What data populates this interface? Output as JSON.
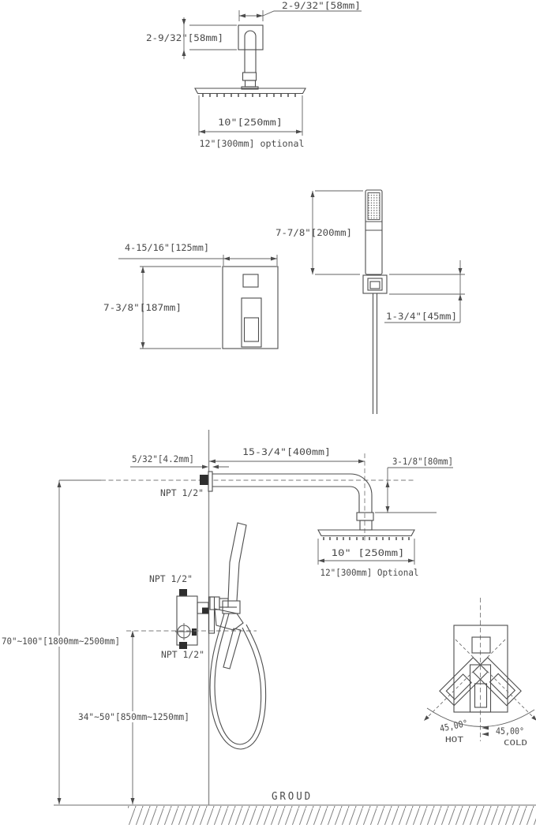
{
  "drawing": {
    "type": "shower-system-installation-dimension-diagram",
    "colors": {
      "line": "#4d4d4d",
      "dimension": "#606060",
      "centerline": "#7b7b7b",
      "background": "#ffffff"
    },
    "ceiling_head_view": {
      "arm_offset_top": "2-9/32\"[58mm]",
      "arm_offset_side": "2-9/32\"[58mm]",
      "head_width": "10\"[250mm]",
      "head_width_optional": "12\"[300mm] optional"
    },
    "hand_shower_view": {
      "wand_length": "7-7/8\"[200mm]",
      "holder_height": "1-3/4\"[45mm]"
    },
    "valve_trim_view": {
      "plate_width": "4-15/16\"[125mm]",
      "plate_height": "7-3/8\"[187mm]"
    },
    "elevation_view": {
      "flange_thickness": "5/32\"[4.2mm]",
      "arm_length": "15-3/4\"[400mm]",
      "head_drop": "3-1/8\"[80mm]",
      "npt_arm": "NPT 1/2\"",
      "npt_valve_top": "NPT 1/2\"",
      "npt_valve_bottom": "NPT 1/2\"",
      "head_width": "10\" [250mm]",
      "head_width_optional": "12\"[300mm] Optional",
      "overall_height": "70\"~100\"[1800mm~2500mm]",
      "valve_height": "34\"~50\"[850mm~1250mm]",
      "ground_label": "GROUD"
    },
    "handle_schematic": {
      "angle_left": "45,00°",
      "angle_right": "45,00°",
      "hot_label": "HOT",
      "cold_label": "COLD"
    }
  }
}
